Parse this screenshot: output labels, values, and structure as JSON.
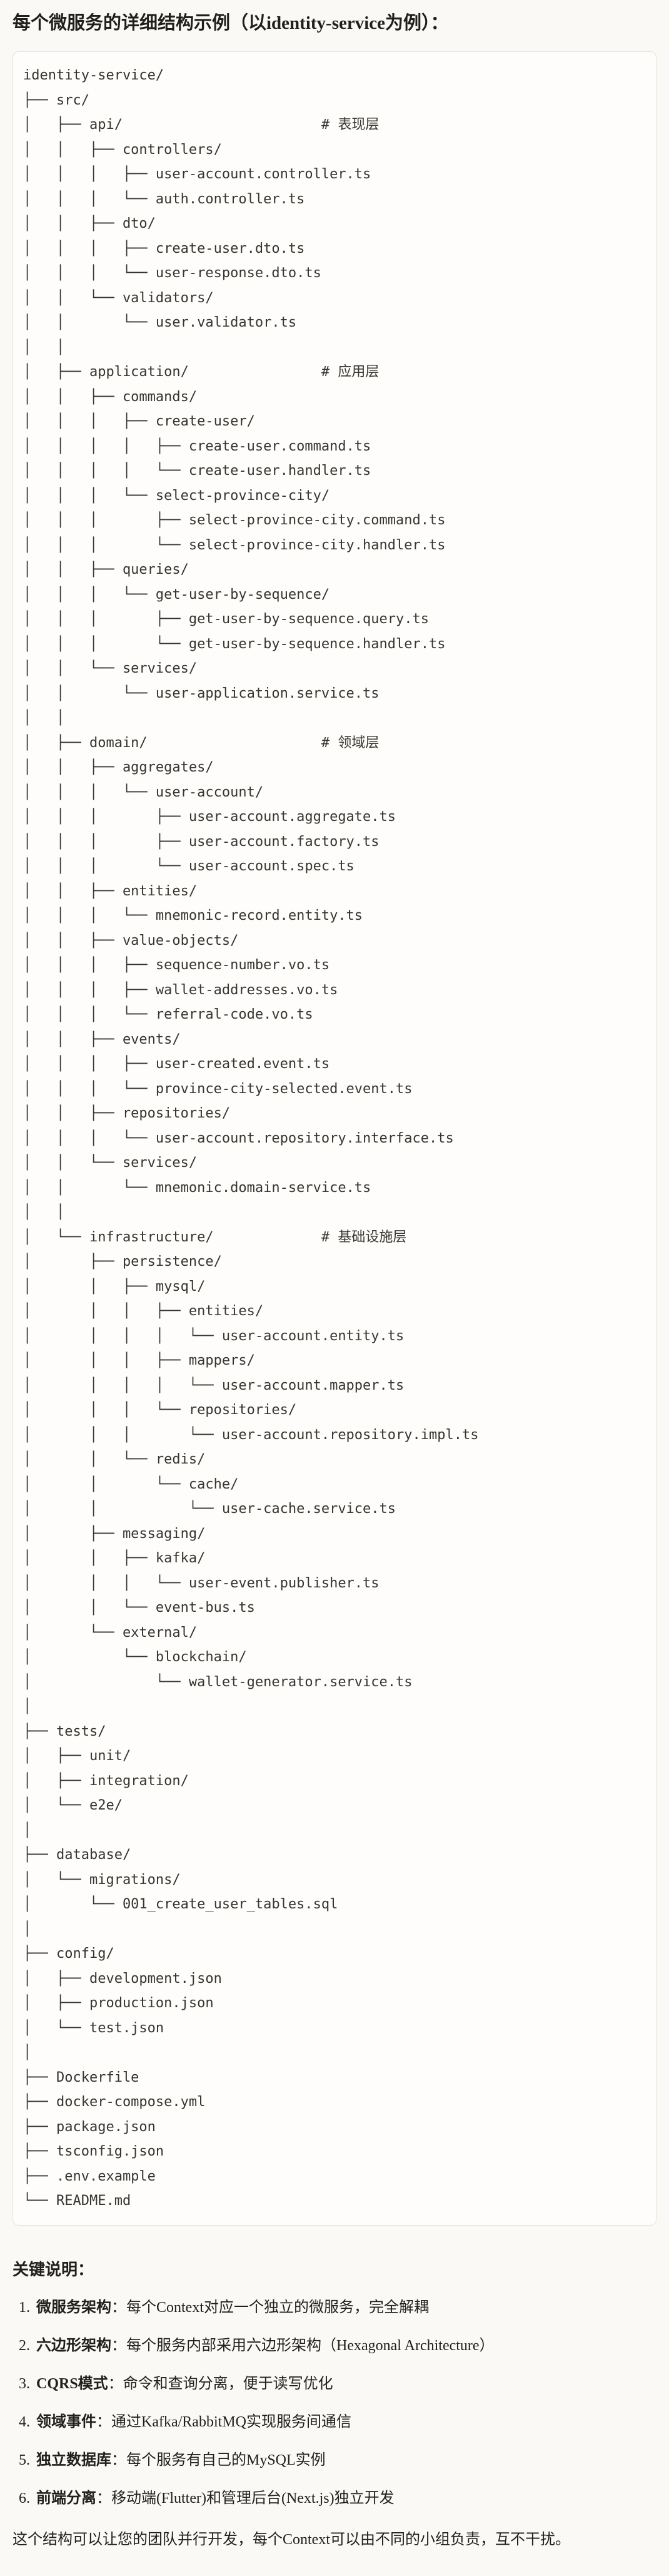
{
  "colors": {
    "page_background": "#faf9f5",
    "code_background": "#fefdfb",
    "code_border": "#e5e2d9",
    "text": "#211f1c"
  },
  "page": {
    "title": "每个微服务的详细结构示例（以identity-service为例）："
  },
  "code_block": {
    "tree": [
      "identity-service/",
      "├── src/",
      "│   ├── api/                        # 表现层",
      "│   │   ├── controllers/",
      "│   │   │   ├── user-account.controller.ts",
      "│   │   │   └── auth.controller.ts",
      "│   │   ├── dto/",
      "│   │   │   ├── create-user.dto.ts",
      "│   │   │   └── user-response.dto.ts",
      "│   │   └── validators/",
      "│   │       └── user.validator.ts",
      "│   │",
      "│   ├── application/                # 应用层",
      "│   │   ├── commands/",
      "│   │   │   ├── create-user/",
      "│   │   │   │   ├── create-user.command.ts",
      "│   │   │   │   └── create-user.handler.ts",
      "│   │   │   └── select-province-city/",
      "│   │   │       ├── select-province-city.command.ts",
      "│   │   │       └── select-province-city.handler.ts",
      "│   │   ├── queries/",
      "│   │   │   └── get-user-by-sequence/",
      "│   │   │       ├── get-user-by-sequence.query.ts",
      "│   │   │       └── get-user-by-sequence.handler.ts",
      "│   │   └── services/",
      "│   │       └── user-application.service.ts",
      "│   │",
      "│   ├── domain/                     # 领域层",
      "│   │   ├── aggregates/",
      "│   │   │   └── user-account/",
      "│   │   │       ├── user-account.aggregate.ts",
      "│   │   │       ├── user-account.factory.ts",
      "│   │   │       └── user-account.spec.ts",
      "│   │   ├── entities/",
      "│   │   │   └── mnemonic-record.entity.ts",
      "│   │   ├── value-objects/",
      "│   │   │   ├── sequence-number.vo.ts",
      "│   │   │   ├── wallet-addresses.vo.ts",
      "│   │   │   └── referral-code.vo.ts",
      "│   │   ├── events/",
      "│   │   │   ├── user-created.event.ts",
      "│   │   │   └── province-city-selected.event.ts",
      "│   │   ├── repositories/",
      "│   │   │   └── user-account.repository.interface.ts",
      "│   │   └── services/",
      "│   │       └── mnemonic.domain-service.ts",
      "│   │",
      "│   └── infrastructure/             # 基础设施层",
      "│       ├── persistence/",
      "│       │   ├── mysql/",
      "│       │   │   ├── entities/",
      "│       │   │   │   └── user-account.entity.ts",
      "│       │   │   ├── mappers/",
      "│       │   │   │   └── user-account.mapper.ts",
      "│       │   │   └── repositories/",
      "│       │   │       └── user-account.repository.impl.ts",
      "│       │   └── redis/",
      "│       │       └── cache/",
      "│       │           └── user-cache.service.ts",
      "│       ├── messaging/",
      "│       │   ├── kafka/",
      "│       │   │   └── user-event.publisher.ts",
      "│       │   └── event-bus.ts",
      "│       └── external/",
      "│           └── blockchain/",
      "│               └── wallet-generator.service.ts",
      "│",
      "├── tests/",
      "│   ├── unit/",
      "│   ├── integration/",
      "│   └── e2e/",
      "│",
      "├── database/",
      "│   └── migrations/",
      "│       └── 001_create_user_tables.sql",
      "│",
      "├── config/",
      "│   ├── development.json",
      "│   ├── production.json",
      "│   └── test.json",
      "│",
      "├── Dockerfile",
      "├── docker-compose.yml",
      "├── package.json",
      "├── tsconfig.json",
      "├── .env.example",
      "└── README.md"
    ]
  },
  "notes": {
    "heading": "关键说明：",
    "items": [
      {
        "num": "1.",
        "term": "微服务架构",
        "text": "：每个Context对应一个独立的微服务，完全解耦"
      },
      {
        "num": "2.",
        "term": "六边形架构",
        "text": "：每个服务内部采用六边形架构（Hexagonal Architecture）"
      },
      {
        "num": "3.",
        "term": "CQRS模式",
        "text": "：命令和查询分离，便于读写优化"
      },
      {
        "num": "4.",
        "term": "领域事件",
        "text": "：通过Kafka/RabbitMQ实现服务间通信"
      },
      {
        "num": "5.",
        "term": "独立数据库",
        "text": "：每个服务有自己的MySQL实例"
      },
      {
        "num": "6.",
        "term": "前端分离",
        "text": "：移动端(Flutter)和管理后台(Next.js)独立开发"
      }
    ],
    "footer": "这个结构可以让您的团队并行开发，每个Context可以由不同的小组负责，互不干扰。"
  }
}
